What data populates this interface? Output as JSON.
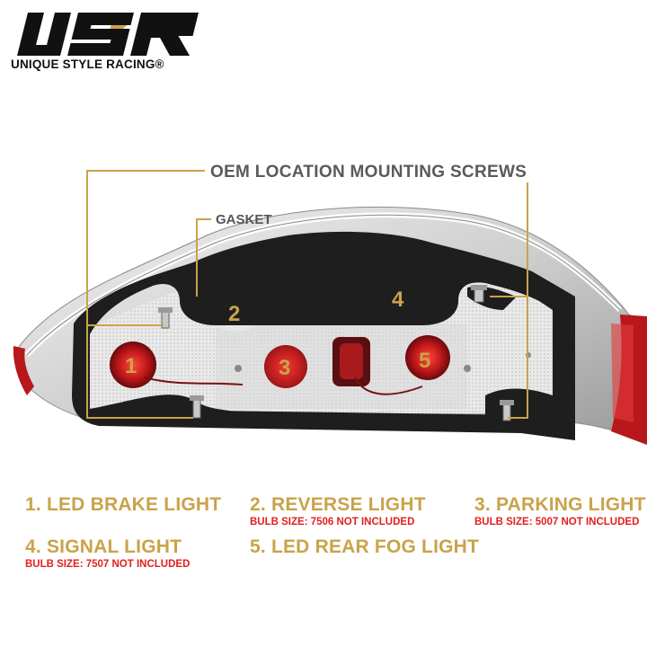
{
  "brand": {
    "logo_text": "USR",
    "tagline": "UNIQUE STYLE RACING®"
  },
  "callouts": {
    "screws": "OEM LOCATION MOUNTING SCREWS",
    "gasket": "GASKET"
  },
  "markers": [
    "1",
    "2",
    "3",
    "4",
    "5"
  ],
  "legend": [
    {
      "title": "1. LED BRAKE LIGHT",
      "note": ""
    },
    {
      "title": "2. REVERSE LIGHT",
      "note": "BULB SIZE: 7506 NOT INCLUDED"
    },
    {
      "title": "3. PARKING LIGHT",
      "note": "BULB SIZE: 5007 NOT INCLUDED"
    },
    {
      "title": "4. SIGNAL LIGHT",
      "note": "BULB SIZE: 7507 NOT INCLUDED"
    },
    {
      "title": "5. LED REAR FOG LIGHT",
      "note": ""
    }
  ],
  "colors": {
    "gold": "#c9a34a",
    "red_note": "#e0201d",
    "gasket": "#1e1e1e",
    "lens_red": "#b8181c"
  }
}
